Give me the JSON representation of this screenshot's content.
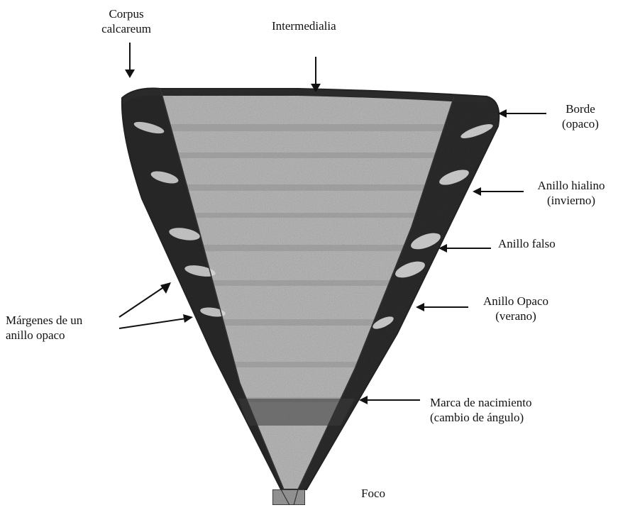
{
  "labels": {
    "corpus_line1": "Corpus",
    "corpus_line2": "calcareum",
    "intermedialia": "Intermedialia",
    "borde_line1": "Borde",
    "borde_line2": "(opaco)",
    "anillo_hialino_line1": "Anillo hialino",
    "anillo_hialino_line2": "(invierno)",
    "anillo_falso": "Anillo falso",
    "anillo_opaco_line1": "Anillo Opaco",
    "anillo_opaco_line2": "(verano)",
    "margenes_line1": "Márgenes de un",
    "margenes_line2": "anillo opaco",
    "marca_line1": "Marca de nacimiento",
    "marca_line2": "(cambio de ángulo)",
    "foco": "Foco"
  }
}
